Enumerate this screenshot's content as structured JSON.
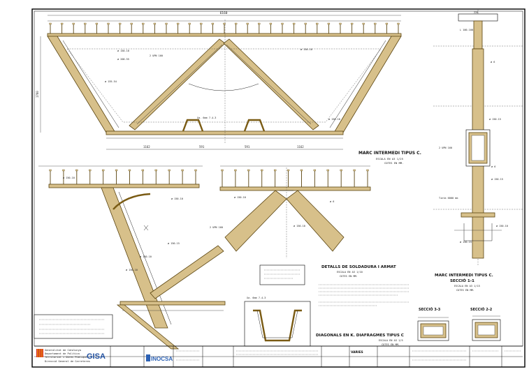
{
  "colors": {
    "beam": "#d7c08a",
    "beam_edge": "#7a5b14",
    "gencat_red": "#d31f26",
    "gisa_blue": "#1f4fa0",
    "inocsa_blue": "#2d62b5"
  },
  "main_view": {
    "title": "MARC INTERMEDI TIPUS C.",
    "scale": "ESCALA EN A3 1/25",
    "units": "COTES EN MM."
  },
  "side_view": {
    "title": "MARC INTERMEDI TIPUS C.",
    "section": "SECCIÓ 1-1",
    "scale": "ESCALA EN A3 1/15",
    "units": "COTES EN MM."
  },
  "detail_view": {
    "title": "DETALLS DE SOLDADURA I ARMAT",
    "scale": "ESCALA EN A3 1/10",
    "units": "COTES EN MM."
  },
  "diagonals_view": {
    "title": "DIAGONALS EN K. DIAFRAGMES TIPUS C",
    "scale": "ESCALA EN A3 1/5",
    "units": "COTES EN MM."
  },
  "sections": {
    "s33": "SECCIÓ 3-3",
    "s22": "SECCIÓ 2-2"
  },
  "logos": {
    "gencat_line1": "Generalitat de Catalunya",
    "gencat_line2": "Departament de Política",
    "gencat_line3": "Territorial i Obres Públiques",
    "gencat_line4": "Direcció General de Carreteres",
    "gisa": "GISA",
    "inocsa": "INOCSA"
  },
  "title_block": {
    "sheet_title": "VARIES"
  }
}
